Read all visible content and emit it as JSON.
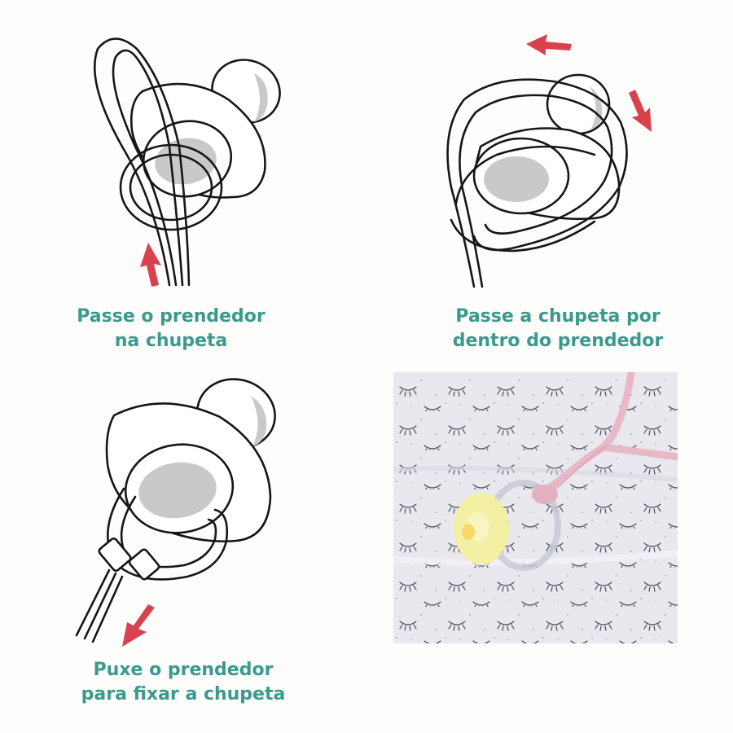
{
  "steps": [
    {
      "line1": "Passe o prendedor",
      "line2": "na chupeta"
    },
    {
      "line1": "Passe a chupeta por",
      "line2": "dentro do prendedor"
    },
    {
      "line1": "Puxe o prendedor",
      "line2": "para fixar a chupeta"
    }
  ],
  "colors": {
    "caption": "#3a9a8e",
    "arrow": "#d8424e",
    "shield": "#f3efa3",
    "strap": "#e7b9c6",
    "fabric": "#e9e8ef"
  },
  "icons": [
    "arrow-up-icon",
    "arrow-left-icon",
    "arrow-down-right-icon",
    "arrow-down-left-icon"
  ]
}
